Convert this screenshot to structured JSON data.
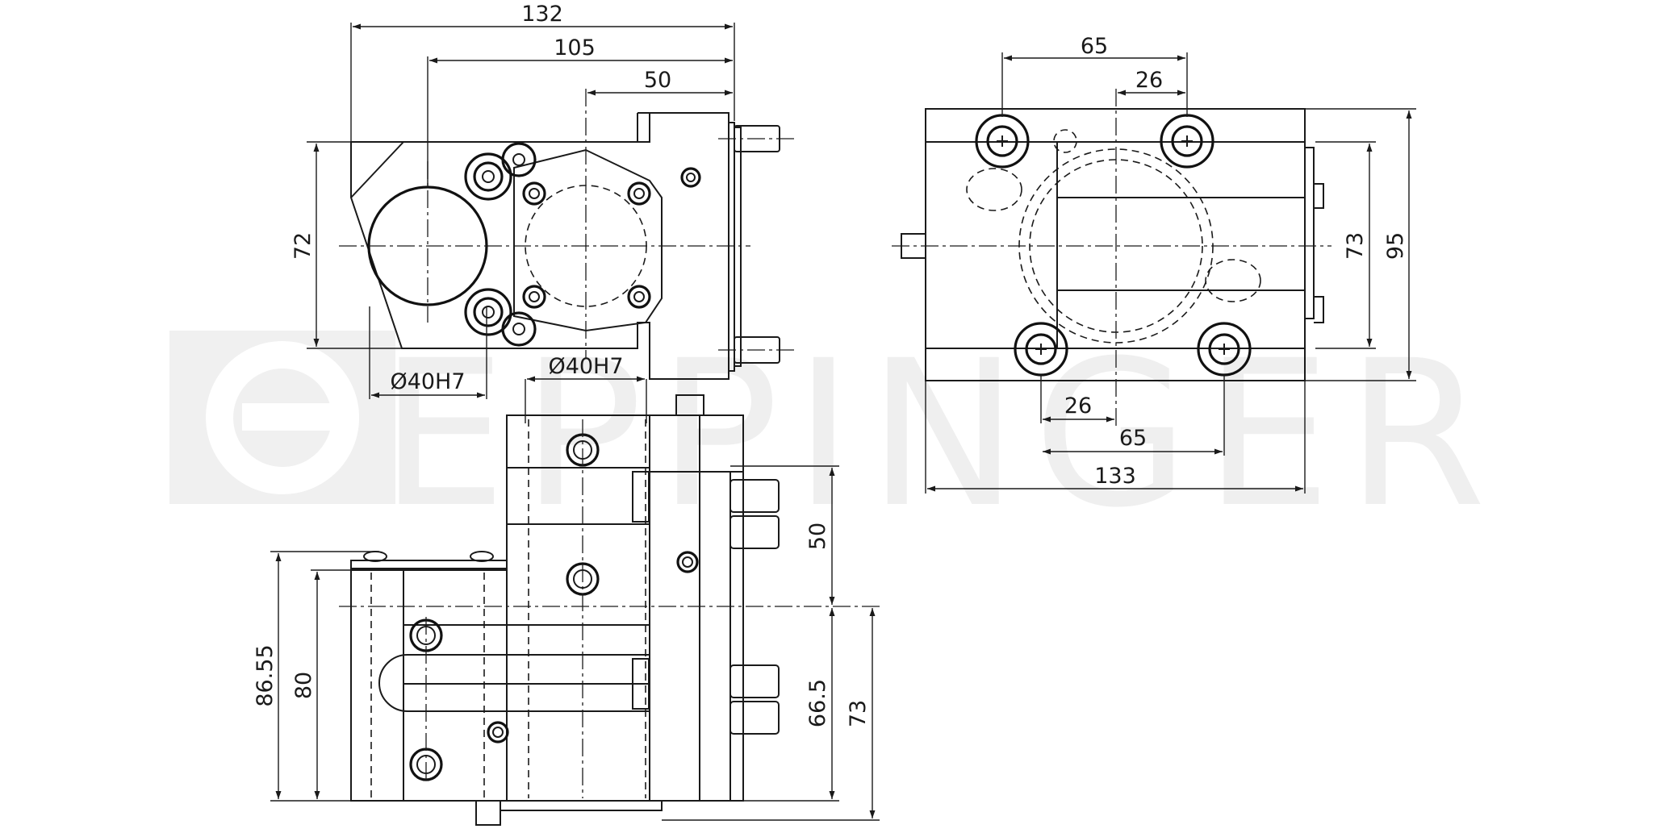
{
  "watermark": {
    "brand": "EPPINGER",
    "color": "#efefef"
  },
  "dimensions": {
    "front_width_132": "132",
    "front_width_105": "105",
    "front_width_50": "50",
    "front_height_72": "72",
    "bore_left": "Ø40H7",
    "bore_right": "Ø40H7",
    "side_top_65": "65",
    "side_top_26": "26",
    "side_bottom_26": "26",
    "side_bottom_65": "65",
    "side_width_133": "133",
    "side_height_73": "73",
    "side_height_95": "95",
    "bottom_height_50": "50",
    "bottom_height_66_5": "66.5",
    "bottom_height_73": "73",
    "bottom_height_86_55": "86.55",
    "bottom_height_80": "80"
  },
  "colors": {
    "line": "#1a1a1a",
    "background": "#ffffff"
  }
}
